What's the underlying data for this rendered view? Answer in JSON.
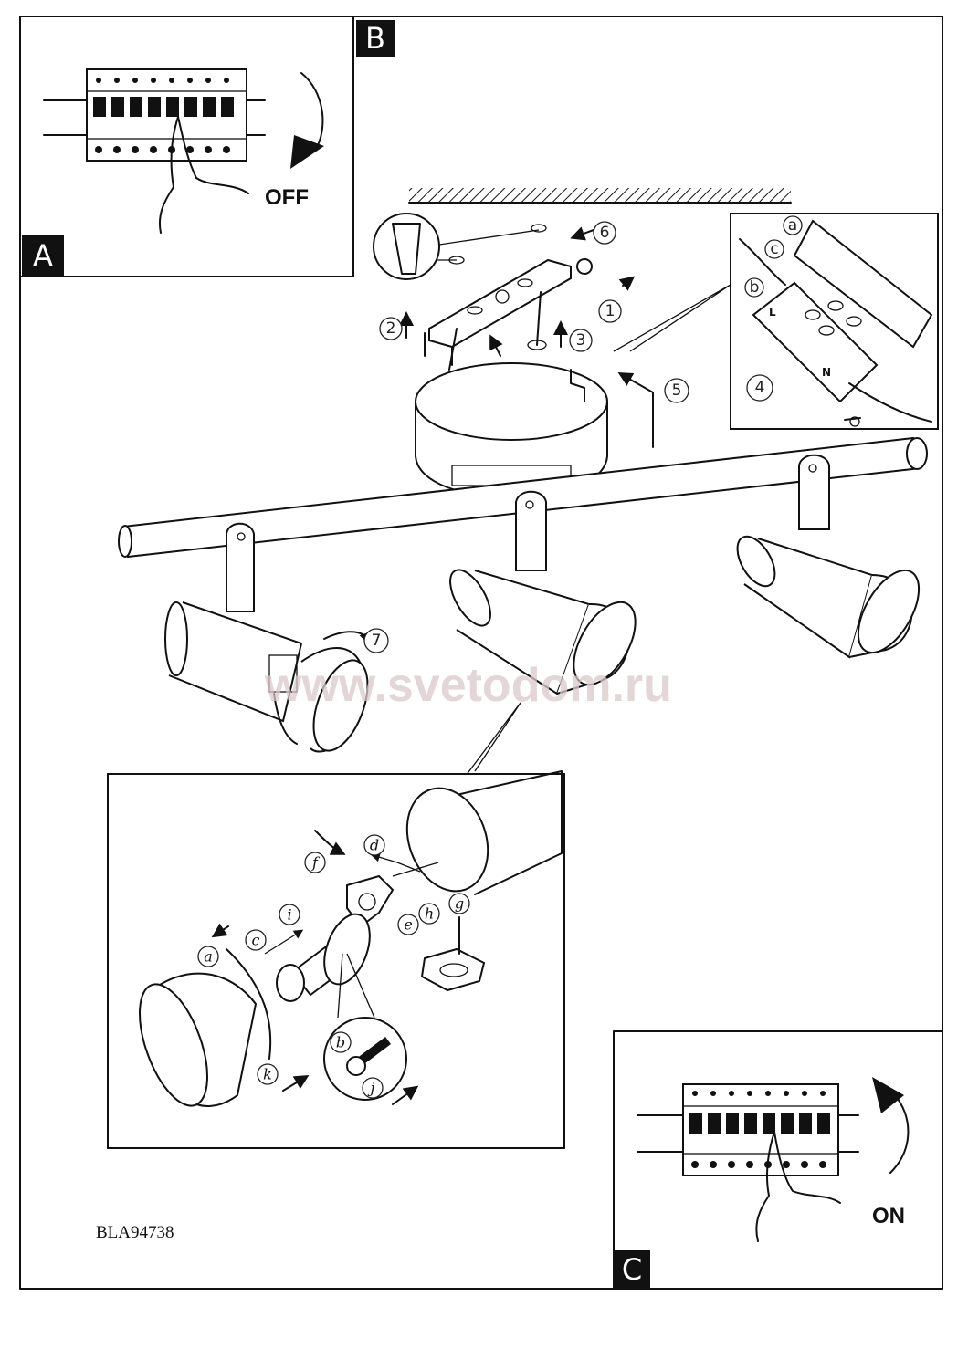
{
  "panels": {
    "a": {
      "label": "A",
      "state": "OFF"
    },
    "b": {
      "label": "B"
    },
    "c": {
      "label": "C",
      "state": "ON"
    }
  },
  "steps": [
    "1",
    "2",
    "3",
    "4",
    "5",
    "6",
    "7"
  ],
  "wiring_inset": {
    "labels": {
      "a": "a",
      "b": "b",
      "c": "c"
    },
    "terminals": {
      "live": "L",
      "neutral": "N"
    }
  },
  "detail_inset": {
    "labels": {
      "a": "a",
      "b": "b",
      "c": "c",
      "d": "d",
      "e": "e",
      "f": "f",
      "g": "g",
      "h": "h",
      "i": "i",
      "j": "j",
      "k": "k"
    }
  },
  "model_code": "BLA94738",
  "watermark": "www.svetodom.ru"
}
